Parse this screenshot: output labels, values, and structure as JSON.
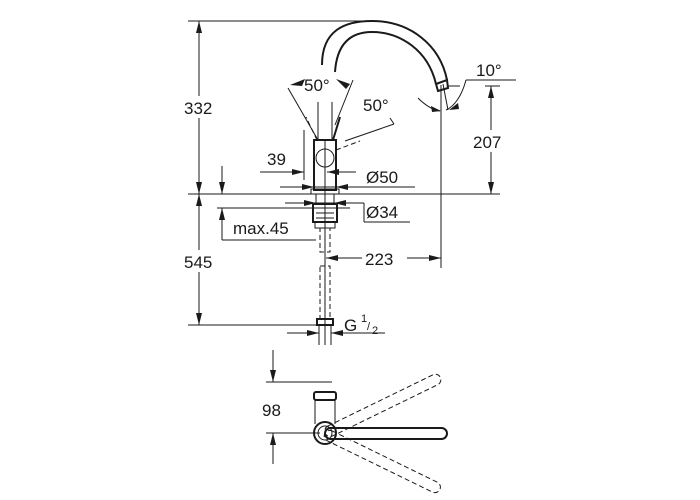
{
  "title": "Faucet dimension drawing",
  "dimensions": {
    "total_height": "332",
    "below_counter": "545",
    "swivel_angle_left": "50°",
    "swivel_angle_right": "50°",
    "spout_angle": "10°",
    "spout_height": "207",
    "lever_offset": "39",
    "body_diameter": "Ø50",
    "shank_diameter": "Ø34",
    "max_counter_thickness": "max.45",
    "spout_reach": "223",
    "connection_g": "G",
    "connection_num": "1",
    "connection_den": "2",
    "top_view_depth": "98"
  }
}
